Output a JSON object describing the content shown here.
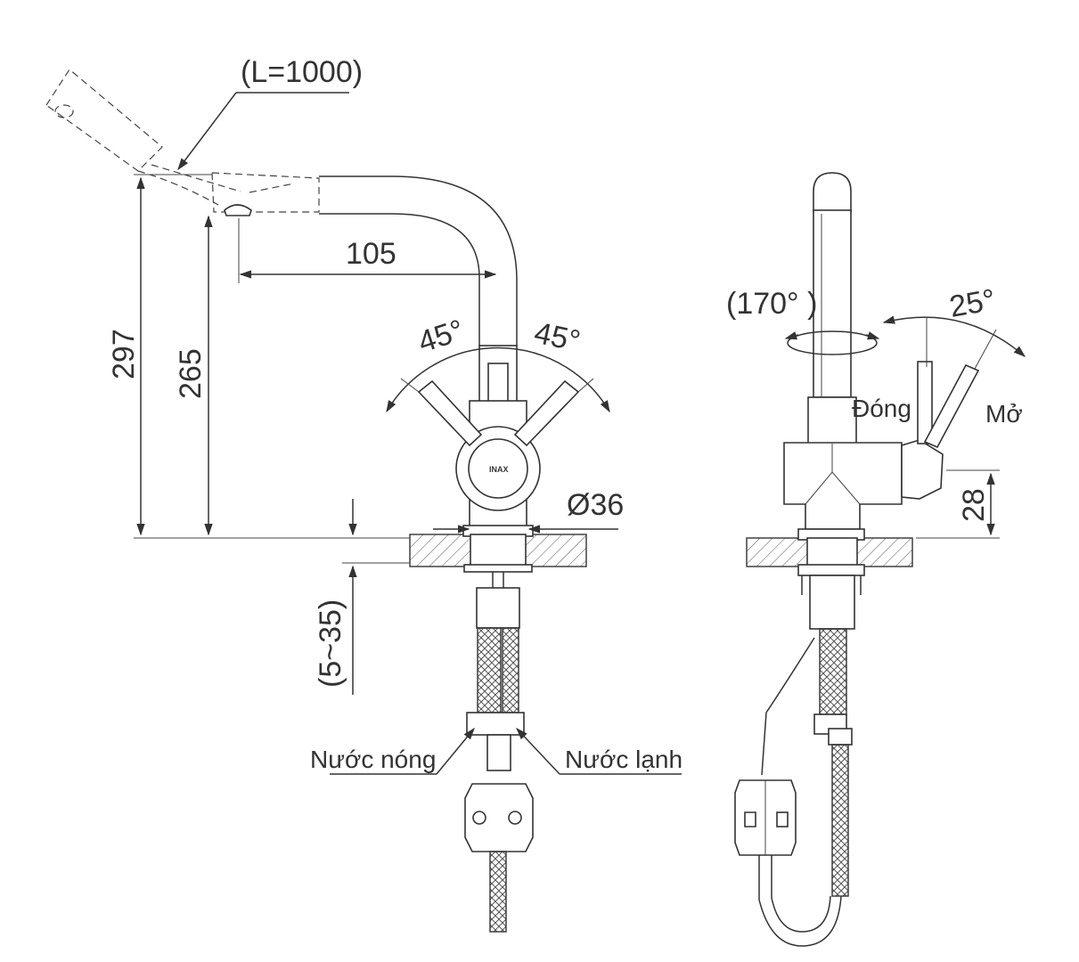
{
  "dimensions": {
    "hose_length": "(L=1000)",
    "reach": "105",
    "total_height": "297",
    "spout_height": "265",
    "deck_thickness": "(5~35)",
    "base_diameter": "Ø36",
    "handle_angle_left": "45°",
    "handle_angle_right": "45°",
    "spout_rotation": "(170° )",
    "lever_angle": "25°",
    "handle_height": "28"
  },
  "labels": {
    "hot_water": "Nước nóng",
    "cold_water": "Nước lạnh",
    "closed": "Đóng",
    "open": "Mở"
  }
}
